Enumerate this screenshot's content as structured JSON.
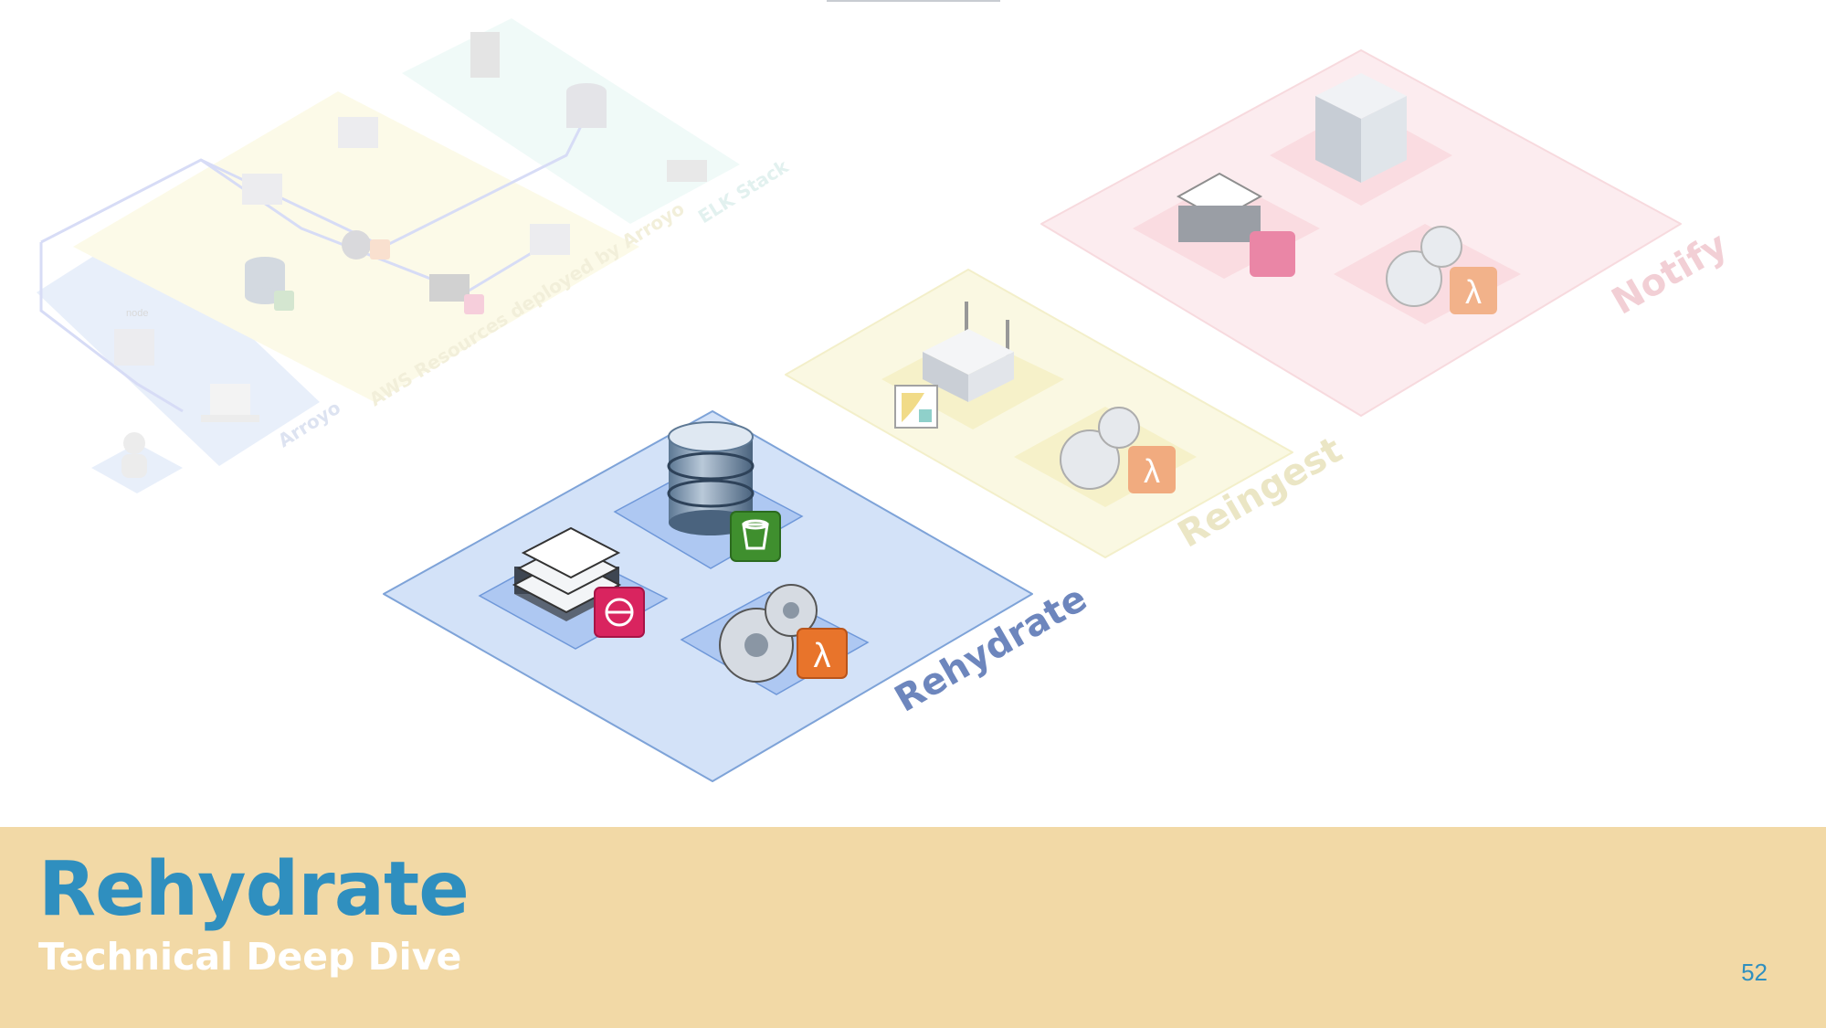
{
  "slide": {
    "title": "Rehydrate",
    "subtitle": "Technical Deep Dive",
    "page_number": "52"
  },
  "diagram": {
    "zones": {
      "rehydrate": "Rehydrate",
      "reingest": "Reingest",
      "notify": "Notify"
    },
    "overview_labels": {
      "aws_resources": "AWS Resources deployed by Arroyo",
      "elk_stack": "ELK Stack",
      "arroyo": "Arroyo",
      "node": "node"
    }
  },
  "colors": {
    "banner": "#f2d9a6",
    "title": "#2f8fbf",
    "rehydrate_zone": "#d3e2f8",
    "reingest_zone": "#fbf9e3",
    "notify_zone": "#fdeef0",
    "lambda": "#e8742b",
    "s3": "#3f8f2e",
    "sqs": "#d9245f"
  },
  "icons": [
    "database-icon",
    "s3-bucket-icon",
    "sqs-queue-icon",
    "gears-icon",
    "lambda-icon",
    "router-icon",
    "kibana-icon",
    "server-icon"
  ]
}
